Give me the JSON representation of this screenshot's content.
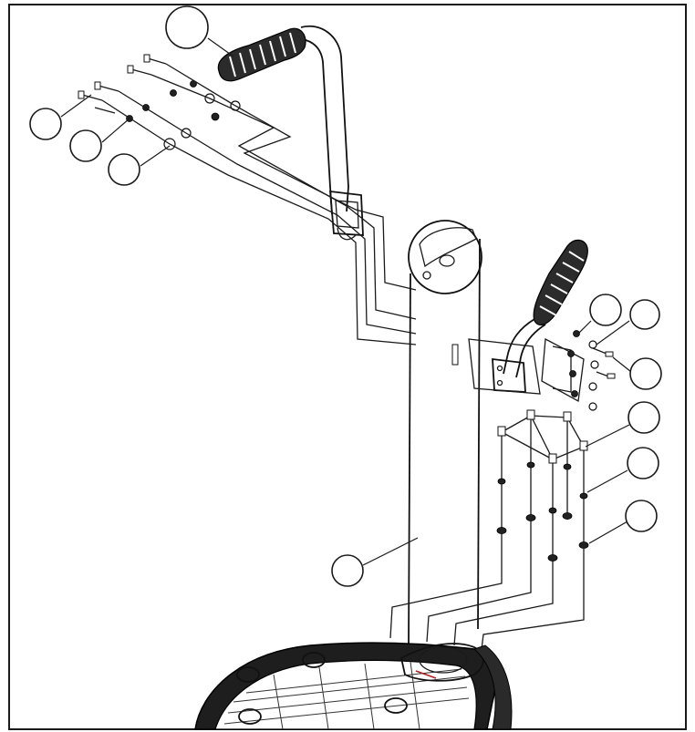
{
  "diagram": {
    "callout_count": 11,
    "colors": {
      "frame": "#1a1a1a",
      "line": "#1a1a1a",
      "background": "#ffffff",
      "grip": "#2b2b2b"
    },
    "parts": [
      "left-handlebar",
      "right-handlebar",
      "upright-column",
      "base-platform",
      "bolt-set",
      "washer-set",
      "nut-set"
    ]
  }
}
